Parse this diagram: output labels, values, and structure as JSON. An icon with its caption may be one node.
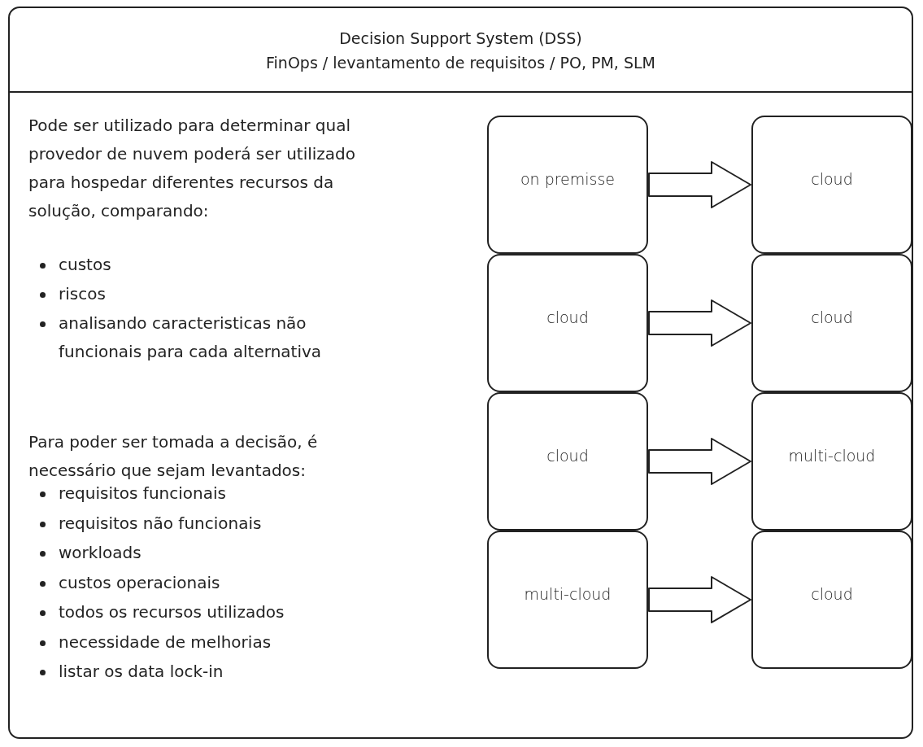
{
  "diagram": {
    "nodes": [
      {
        "text": [
          "Decision Support System (DSS)",
          "FinOps / levantamento de requisitos / PO, PM, SLM"
        ]
      },
      {
        "text": [
          "on premisse"
        ],
        "in": 0
      },
      {
        "text": [
          "cloud"
        ],
        "in": 0
      },
      {
        "text": [
          "cloud"
        ],
        "in": 0
      },
      {
        "text": [
          "cloud"
        ],
        "in": 0
      },
      {
        "text": [
          "cloud"
        ],
        "in": 0
      },
      {
        "text": [
          "multi-cloud"
        ],
        "in": 0
      },
      {
        "text": [
          "multi-cloud"
        ],
        "in": 0
      },
      {
        "text": [
          "cloud"
        ],
        "in": 0
      }
    ],
    "edges": [
      {
        "from": 1,
        "to": 2,
        "arrow": "to"
      },
      {
        "from": 3,
        "to": 4,
        "arrow": "to"
      },
      {
        "from": 5,
        "to": 6,
        "arrow": "to"
      },
      {
        "from": 7,
        "to": 8,
        "arrow": "to"
      }
    ],
    "labels": [
      "Pode ser utilizado para determinar qual provedor de nuvem poderá ser utilizado para hospedar diferentes recursos da solução, comparando:",
      "custos",
      "riscos",
      "analisando caracteristicas não funcionais para cada alternativa",
      "Para poder ser tomada a decisão, é necessário que sejam levantados:",
      "requisitos funcionais",
      "requisitos não funcionais",
      "workloads",
      "custos operacionais",
      "todos os recursos utilizados",
      "necessidade de melhorias",
      "listar os data lock-in"
    ]
  }
}
